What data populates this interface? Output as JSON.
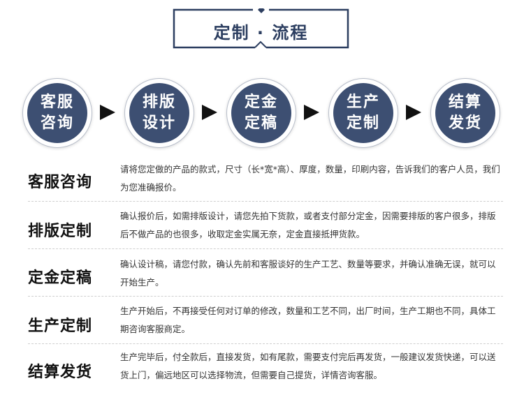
{
  "header": {
    "title": "定制 · 流程"
  },
  "colors": {
    "primary": "#3d4f72",
    "arrow": "#111111",
    "text": "#222222"
  },
  "steps": [
    {
      "line1": "客服",
      "line2": "咨询"
    },
    {
      "line1": "排版",
      "line2": "设计"
    },
    {
      "line1": "定金",
      "line2": "定稿"
    },
    {
      "line1": "生产",
      "line2": "定制"
    },
    {
      "line1": "结算",
      "line2": "发货"
    }
  ],
  "details": [
    {
      "title": "客服咨询",
      "desc": "请将您定做的产品的款式，尺寸（长*宽*高）、厚度，数量，印刷内容，告诉我们的客户人员，我们为您准确报价。"
    },
    {
      "title": "排版定制",
      "desc": "确认报价后，如需排版设计，请您先拍下货款，或者支付部分定金，因需要排版的客户很多，排版后不做产品的也很多，收取定金实属无奈，定金直接抵押货款。"
    },
    {
      "title": "定金定稿",
      "desc": "确认设计稿，请您付款，确认先前和客服谈好的生产工艺、数量等要求，并确认准确无误，就可以开始生产。"
    },
    {
      "title": "生产定制",
      "desc": "生产开始后，不再接受任何对订单的修改，数量和工艺不同，出厂时间，生产工期也不同，具体工期咨询客服商定。"
    },
    {
      "title": "结算发货",
      "desc": "生产完毕后，付全款后，直接发货，如有尾款，需要支付完后再发货，一般建议发货快递，可以送货上门，偏远地区可以选择物流，但需要自己提货，详情咨询客服。"
    }
  ]
}
